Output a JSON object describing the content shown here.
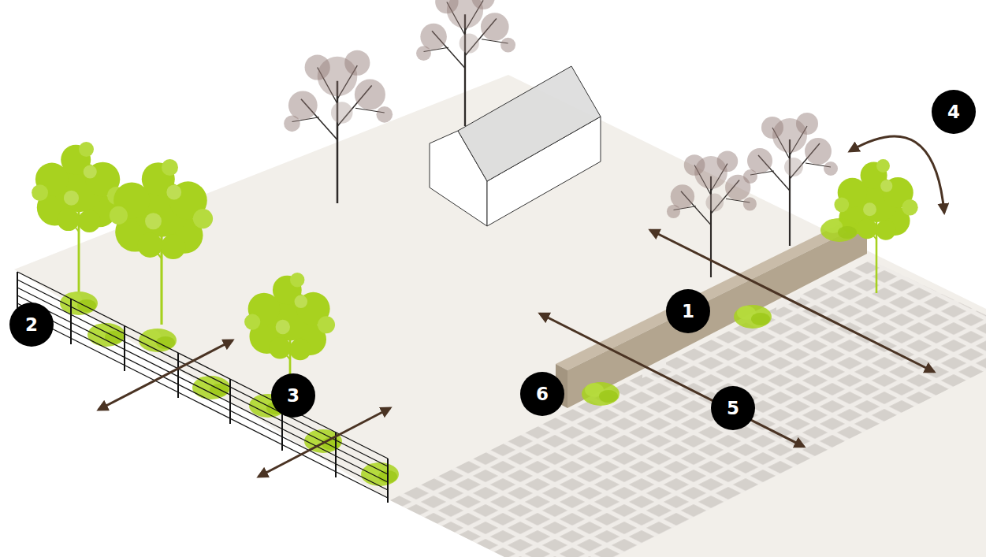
{
  "diagram": {
    "labels": [
      "4",
      "1",
      "2",
      "3",
      "6",
      "5"
    ]
  }
}
